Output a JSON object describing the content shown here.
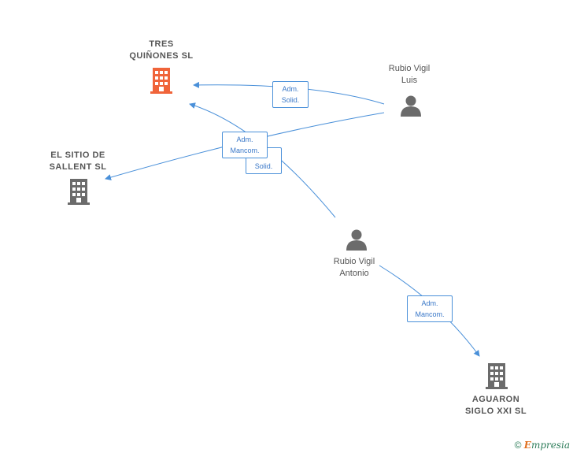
{
  "nodes": {
    "tres_quinones": {
      "label_line1": "TRES",
      "label_line2": "QUIÑONES SL",
      "icon": "building-icon",
      "color": "#f0643a"
    },
    "el_sitio": {
      "label_line1": "EL SITIO DE",
      "label_line2": "SALLENT SL",
      "icon": "building-icon",
      "color": "#6b6b6b"
    },
    "aguaron": {
      "label_line1": "AGUARON",
      "label_line2": "SIGLO XXI SL",
      "icon": "building-icon",
      "color": "#6b6b6b"
    },
    "rubio_luis": {
      "label_line1": "Rubio Vigil",
      "label_line2": "Luis",
      "icon": "person-icon",
      "color": "#6b6b6b"
    },
    "rubio_antonio": {
      "label_line1": "Rubio Vigil",
      "label_line2": "Antonio",
      "icon": "person-icon",
      "color": "#6b6b6b"
    }
  },
  "edges": [
    {
      "from": "rubio_luis",
      "to": "tres_quinones",
      "label_line1": "Adm.",
      "label_line2": "Solid."
    },
    {
      "from": "rubio_luis",
      "to": "el_sitio",
      "label_line1": "Adm.",
      "label_line2": "Mancom."
    },
    {
      "from": "rubio_antonio",
      "to": "tres_quinones",
      "label_line1": "Adm.",
      "label_line2": "Solid."
    },
    {
      "from": "rubio_antonio",
      "to": "aguaron",
      "label_line1": "Adm.",
      "label_line2": "Mancom."
    }
  ],
  "colors": {
    "edge": "#4a90d9",
    "edge_label_text": "#3a78c8",
    "label_text": "#555555"
  },
  "footer": {
    "copyright": "©",
    "brand_first": "E",
    "brand_rest": "mpresia"
  }
}
